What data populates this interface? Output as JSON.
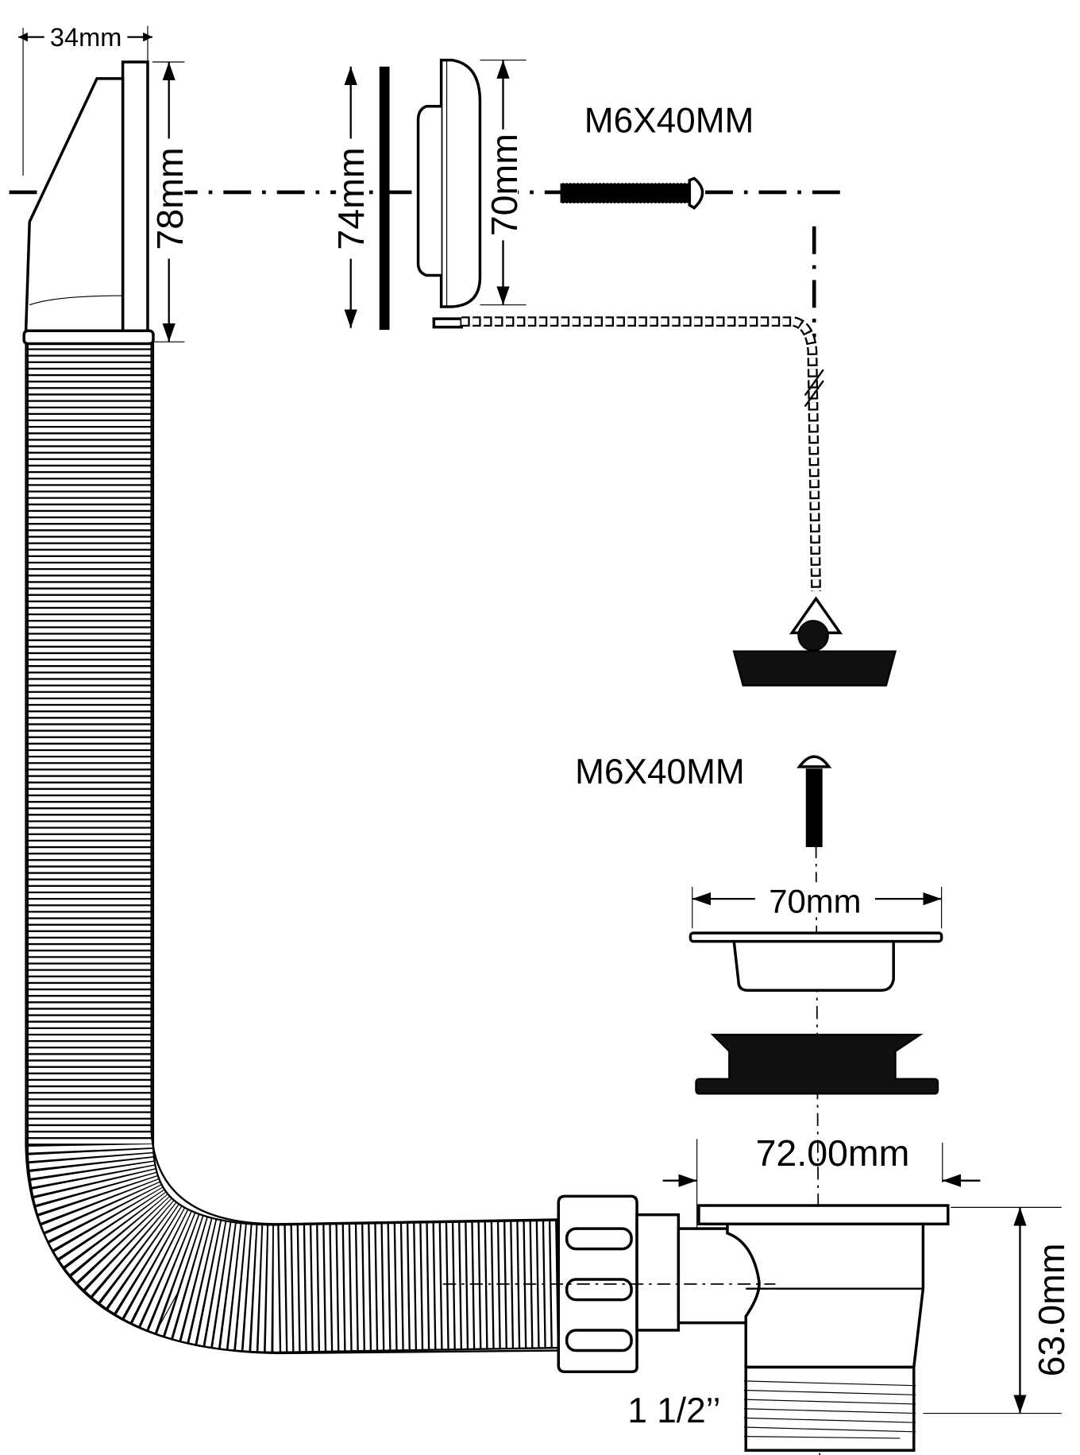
{
  "dimensions": {
    "overflow_depth": "34mm",
    "overflow_height": "78mm",
    "gasket_height": "74mm",
    "cover_height": "70mm",
    "strainer_diameter": "70mm",
    "waste_flange_diameter": "72.00mm",
    "waste_height": "63.0mm",
    "thread_size": "1 1/2’’"
  },
  "labels": {
    "overflow_screw": "M6X40MM",
    "waste_screw": "M6X40MM"
  },
  "colors": {
    "line": "#000000",
    "fill": "#ffffff",
    "rubber": "#111111"
  }
}
